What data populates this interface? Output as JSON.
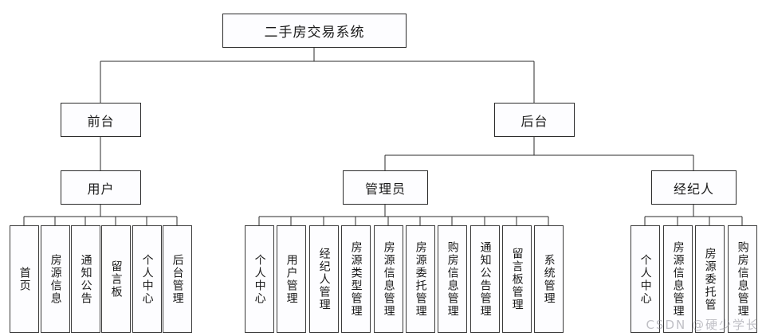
{
  "diagram": {
    "title": "二手房交易系统",
    "type": "功能结构图",
    "root": {
      "label": "二手房交易系统"
    },
    "level2": [
      {
        "label": "前台"
      },
      {
        "label": "后台"
      }
    ],
    "level3": [
      {
        "label": "用户",
        "parent": "前台"
      },
      {
        "label": "管理员",
        "parent": "后台"
      },
      {
        "label": "经纪人",
        "parent": "后台"
      }
    ],
    "groups": [
      {
        "parent": "用户",
        "leaves": [
          {
            "label": "首页"
          },
          {
            "label": "房源信息"
          },
          {
            "label": "通知公告"
          },
          {
            "label": "留言板"
          },
          {
            "label": "个人中心"
          },
          {
            "label": "后台管理"
          }
        ]
      },
      {
        "parent": "管理员",
        "leaves": [
          {
            "label": "个人中心"
          },
          {
            "label": "用户管理"
          },
          {
            "label": "经纪人管理"
          },
          {
            "label": "房源类型管理"
          },
          {
            "label": "房源信息管理"
          },
          {
            "label": "房源委托管理"
          },
          {
            "label": "购房信息管理"
          },
          {
            "label": "通知公告管理"
          },
          {
            "label": "留言板管理"
          },
          {
            "label": "系统管理"
          }
        ]
      },
      {
        "parent": "经纪人",
        "leaves": [
          {
            "label": "个人中心"
          },
          {
            "label": "房源信息管理"
          },
          {
            "label": "房源委托管"
          },
          {
            "label": "购房信息管理"
          }
        ]
      }
    ],
    "watermark": "CSDN @硬少学长",
    "colors": {
      "background": "#ffffff",
      "box_fill": "#fdfdff",
      "box_border": "#2b2b2b",
      "line": "#2b2b2b",
      "text": "#1a1a1a",
      "watermark": "#8c8c96"
    }
  }
}
